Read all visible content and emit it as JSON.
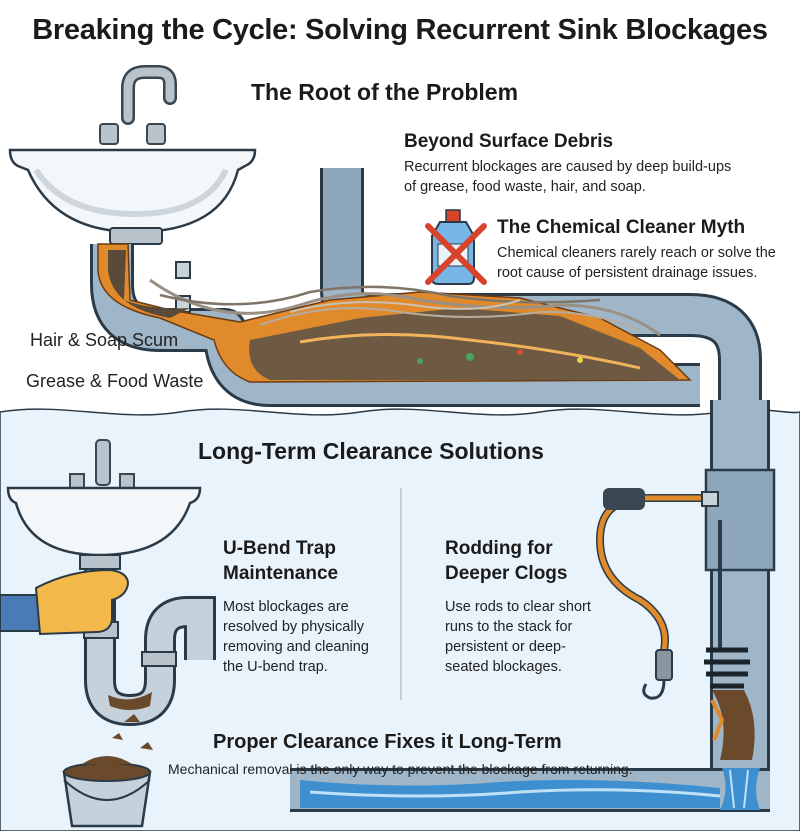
{
  "title": "Breaking the Cycle: Solving Recurrent Sink Blockages",
  "root_section": {
    "heading": "The Root of the Problem",
    "debris": {
      "heading": "Beyond Surface Debris",
      "text_lines": [
        "Recurrent blockages are caused by deep build-ups",
        "of grease, food waste, hair, and soap."
      ]
    },
    "chemical": {
      "heading": "The Chemical Cleaner Myth",
      "text_lines": [
        "Chemical cleaners rarely reach or solve the",
        "root cause of persistent drainage issues."
      ]
    },
    "labels": {
      "hair": "Hair & Soap Scum",
      "grease": "Grease & Food Waste"
    }
  },
  "solutions_section": {
    "heading": "Long-Term Clearance Solutions",
    "ubend": {
      "heading_lines": [
        "U-Bend Trap",
        "Maintenance"
      ],
      "text_lines": [
        "Most blockages are",
        "resolved by physically",
        "removing and cleaning",
        "the U-bend trap."
      ]
    },
    "rodding": {
      "heading_lines": [
        "Rodding for",
        "Deeper Clogs"
      ],
      "text_lines": [
        "Use rods to clear short",
        "runs to the stack for",
        "persistent or deep-",
        "seated blockages."
      ]
    },
    "proper": {
      "heading": "Proper Clearance Fixes it Long-Term",
      "text": "Mechanical removal is the only way to prevent the blockage from returning."
    }
  },
  "colors": {
    "pipe": "#7f9bb3",
    "pipe_inner": "#a8bfd2",
    "grease": "#e08a2c",
    "water": "#3d8fd0",
    "section_bg": "#e9f3fb",
    "cross": "#d9432b"
  }
}
